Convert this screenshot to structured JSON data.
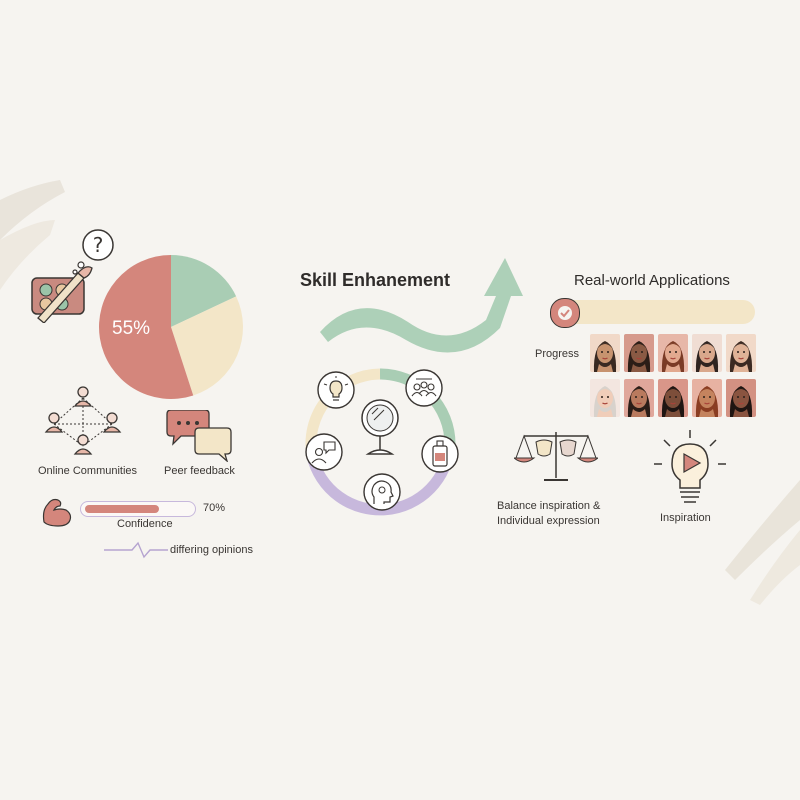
{
  "pie": {
    "label": "55%",
    "colors": {
      "main": "#d4867c",
      "green": "#a9cdb4",
      "cream": "#f3e6c8"
    }
  },
  "chart_data": {
    "type": "pie",
    "slices": [
      {
        "value": 55,
        "color": "#d4867c"
      },
      {
        "value": 18,
        "color": "#a9cdb4"
      },
      {
        "value": 27,
        "color": "#f3e6c8"
      }
    ],
    "labels": [
      "55%"
    ]
  },
  "left": {
    "online_communities": "Online Communities",
    "peer_feedback": "Peer feedback",
    "confidence_label": "Confidence",
    "confidence_value": "70%",
    "confidence_fraction": 0.7,
    "differing_opinions": "differing opinions"
  },
  "center": {
    "title": "Skill Enhanement"
  },
  "right": {
    "title": "Real-world Applications",
    "progress_label": "Progress",
    "balance_line1": "Balance inspiration &",
    "balance_line2": "Individual expression",
    "inspiration": "Inspiration"
  },
  "faces": [
    {
      "bg": "#f1d9c8",
      "skin": "#c7936f",
      "hair": "#3a2a22"
    },
    {
      "bg": "#d69a8c",
      "skin": "#8a5a44",
      "hair": "#2b1d17"
    },
    {
      "bg": "#e7b7a8",
      "skin": "#e2a98f",
      "hair": "#7a3b26"
    },
    {
      "bg": "#f0ddd3",
      "skin": "#d9a88c",
      "hair": "#2f2420"
    },
    {
      "bg": "#f1d9c8",
      "skin": "#e0b397",
      "hair": "#3b2a22"
    },
    {
      "bg": "#f3e6e0",
      "skin": "#f0cdb9",
      "hair": "#d8d2cc"
    },
    {
      "bg": "#e0a79b",
      "skin": "#b97a5e",
      "hair": "#2b1d17"
    },
    {
      "bg": "#d99689",
      "skin": "#7d4e3a",
      "hair": "#1f1512"
    },
    {
      "bg": "#e7b2a2",
      "skin": "#c4835e",
      "hair": "#8a3d22"
    },
    {
      "bg": "#d39182",
      "skin": "#8a5440",
      "hair": "#1f1512"
    }
  ],
  "colors": {
    "accent": "#d4867c",
    "green": "#a9cdb4",
    "cream": "#f3e6c8",
    "purple": "#c7b8dc",
    "ink": "#3a3633"
  }
}
